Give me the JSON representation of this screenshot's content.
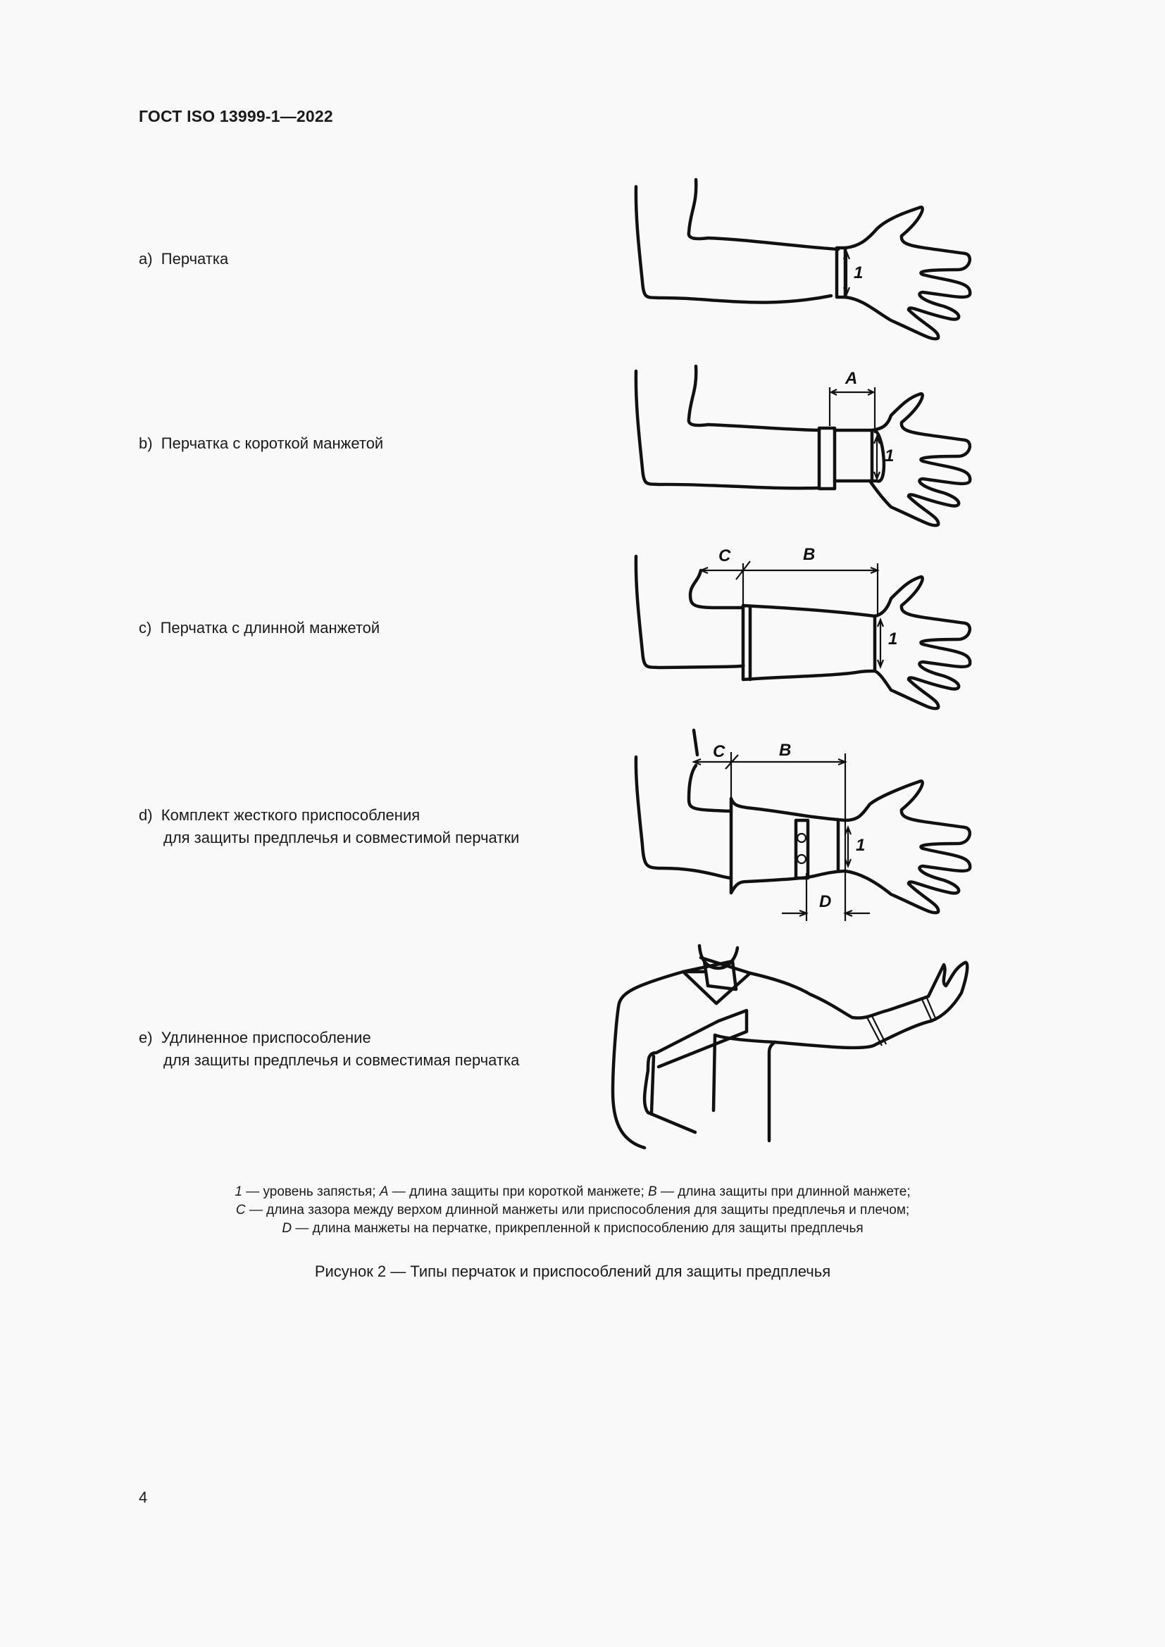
{
  "header": {
    "standard": "ГОСТ ISO 13999-1—2022"
  },
  "figure_items": [
    {
      "marker": "a)",
      "lines": [
        "Перчатка"
      ]
    },
    {
      "marker": "b)",
      "lines": [
        "Перчатка с короткой манжетой"
      ]
    },
    {
      "marker": "c)",
      "lines": [
        "Перчатка с длинной манжетой"
      ]
    },
    {
      "marker": "d)",
      "lines": [
        "Комплект жесткого приспособления",
        "для защиты предплечья и совместимой перчатки"
      ]
    },
    {
      "marker": "e)",
      "lines": [
        "Удлиненное приспособление",
        "для защиты предплечья и совместимая перчатка"
      ]
    }
  ],
  "dimension_labels": {
    "wrist": "1",
    "a": "A",
    "b": "B",
    "c": "C",
    "d": "D"
  },
  "legend": {
    "line1": [
      {
        "key": "1",
        "text": " — уровень запястья; "
      },
      {
        "key": "A",
        "text": " — длина защиты при короткой манжете; "
      },
      {
        "key": "B",
        "text": " — длина защиты при длинной манжете;"
      }
    ],
    "line2": [
      {
        "key": "C",
        "text": " — длина зазора между верхом длинной манжеты или приспособления для защиты предплечья и плечом;"
      }
    ],
    "line3": [
      {
        "key": "D",
        "text": " — длина манжеты на перчатке, прикрепленной к приспособлению для защиты предплечья"
      }
    ]
  },
  "caption": "Рисунок 2 — Типы перчаток и приспособлений для защиты предплечья",
  "page_number": "4"
}
